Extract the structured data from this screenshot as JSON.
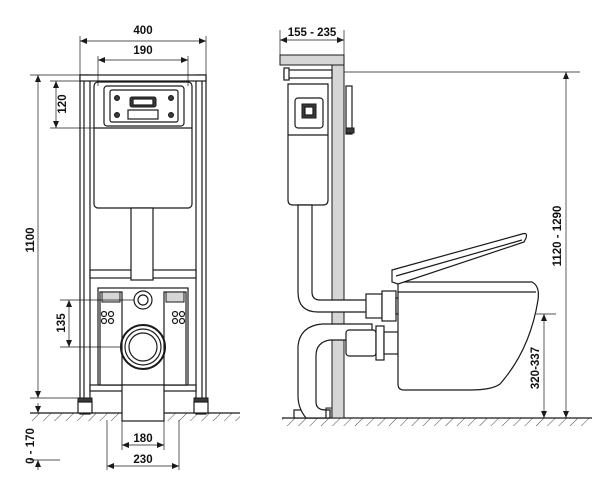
{
  "dimensions": {
    "front_width": "400",
    "flush_plate_width": "190",
    "top_to_plate": "120",
    "frame_height": "1100",
    "outlet_height": "135",
    "floor_range": "0 - 170",
    "bottom_inner_width": "180",
    "bottom_outer_width": "230",
    "wall_depth": "155 - 235",
    "side_total_height": "1120 - 1290",
    "bowl_height": "320-337"
  },
  "colors": {
    "line": "#1a1a1a",
    "frame_fill": "#d6d6d6",
    "background": "#ffffff"
  }
}
